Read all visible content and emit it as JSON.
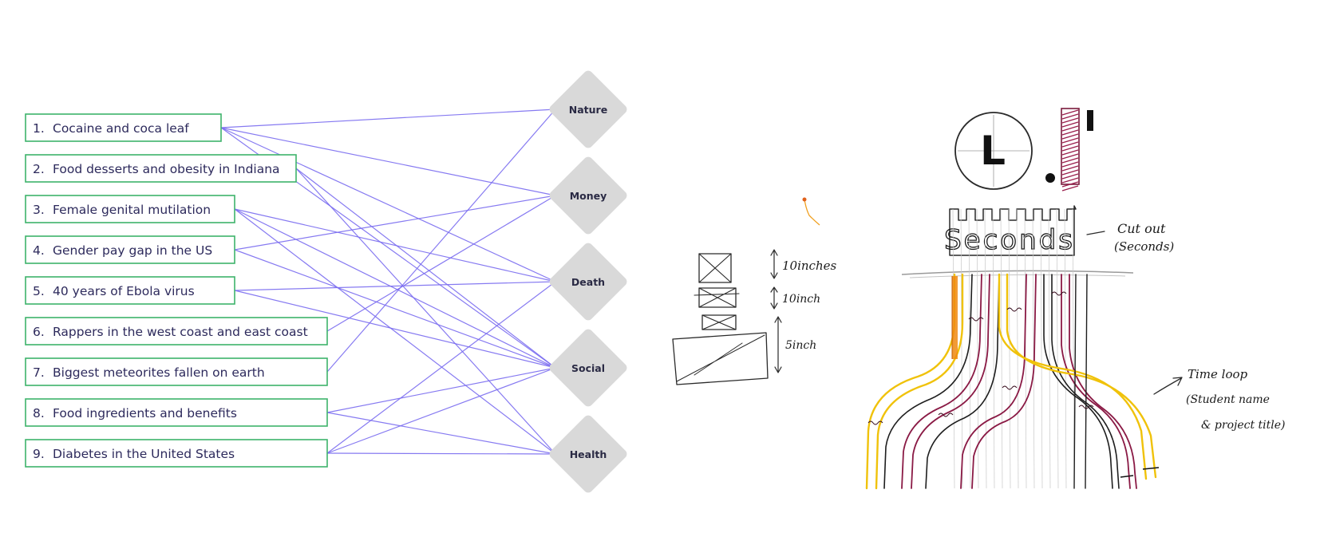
{
  "diagram": {
    "topics": [
      {
        "num": "1.",
        "label": "Cocaine and coca leaf"
      },
      {
        "num": "2.",
        "label": "Food desserts and obesity in Indiana"
      },
      {
        "num": "3.",
        "label": "Female genital mutilation"
      },
      {
        "num": "4.",
        "label": "Gender pay gap in the US"
      },
      {
        "num": "5.",
        "label": "40 years of Ebola virus"
      },
      {
        "num": "6.",
        "label": "Rappers in the west coast and east coast"
      },
      {
        "num": "7.",
        "label": "Biggest meteorites fallen on earth"
      },
      {
        "num": "8.",
        "label": "Food ingredients and benefits"
      },
      {
        "num": "9.",
        "label": "Diabetes in the United States"
      }
    ],
    "categories": [
      {
        "label": "Nature"
      },
      {
        "label": "Money"
      },
      {
        "label": "Death"
      },
      {
        "label": "Social"
      },
      {
        "label": "Health"
      }
    ],
    "links": [
      {
        "from": 0,
        "to": 0
      },
      {
        "from": 0,
        "to": 1
      },
      {
        "from": 0,
        "to": 2
      },
      {
        "from": 0,
        "to": 3
      },
      {
        "from": 1,
        "to": 3
      },
      {
        "from": 1,
        "to": 4
      },
      {
        "from": 2,
        "to": 2
      },
      {
        "from": 2,
        "to": 3
      },
      {
        "from": 2,
        "to": 4
      },
      {
        "from": 3,
        "to": 1
      },
      {
        "from": 3,
        "to": 3
      },
      {
        "from": 4,
        "to": 2
      },
      {
        "from": 4,
        "to": 3
      },
      {
        "from": 5,
        "to": 1
      },
      {
        "from": 6,
        "to": 0
      },
      {
        "from": 7,
        "to": 3
      },
      {
        "from": 7,
        "to": 4
      },
      {
        "from": 8,
        "to": 2
      },
      {
        "from": 8,
        "to": 3
      },
      {
        "from": 8,
        "to": 4
      }
    ],
    "colors": {
      "box_border": "#3db36b",
      "link": "#7a6cf0",
      "diamond": "#d9d9d9"
    }
  },
  "sketch_left": {
    "notes": [
      "10inches",
      "10inch",
      "5inch"
    ]
  },
  "sketch_right": {
    "logo_letter": "L",
    "title": "Seconds",
    "note_cutout": "Cut out",
    "note_cutout_sub": "(Seconds)",
    "note_timeloop": "Time loop",
    "note_timeloop_sub1": "(Student name",
    "note_timeloop_sub2": "& project title)",
    "colors": {
      "yellow": "#f0c20a",
      "maroon": "#8a1a45",
      "orange": "#f08a12",
      "ink": "#1e1e1e"
    }
  }
}
